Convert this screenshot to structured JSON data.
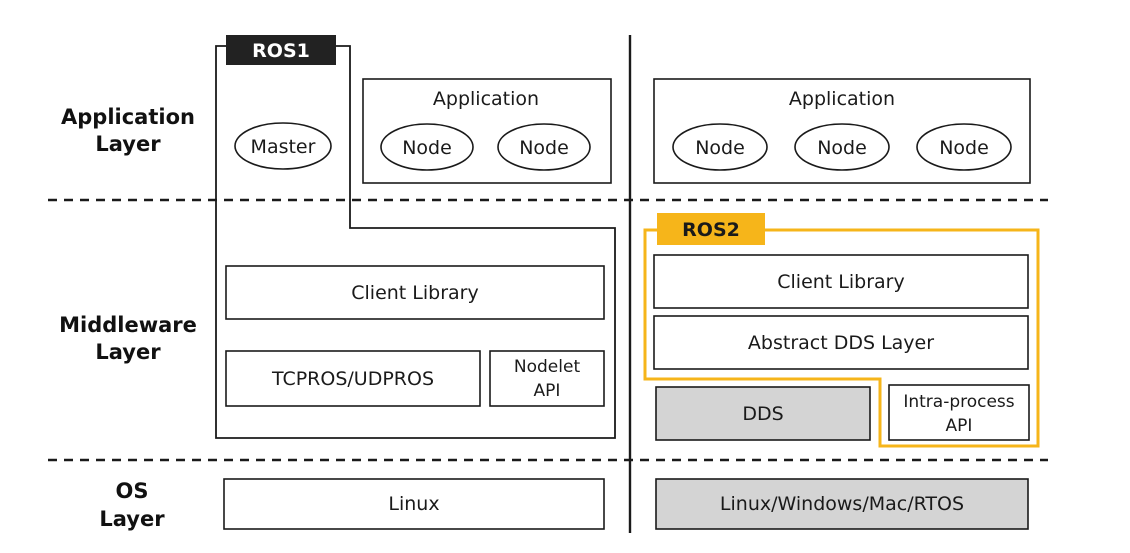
{
  "layers": {
    "application": [
      "Application",
      "Layer"
    ],
    "middleware": [
      "Middleware",
      "Layer"
    ],
    "os": [
      "OS",
      "Layer"
    ]
  },
  "ros1": {
    "tag": "ROS1",
    "master": "Master",
    "application_title": "Application",
    "nodes": [
      "Node",
      "Node"
    ],
    "client_library": "Client Library",
    "transport": "TCPROS/UDPROS",
    "nodelet_api": [
      "Nodelet",
      "API"
    ],
    "os": "Linux"
  },
  "ros2": {
    "tag": "ROS2",
    "application_title": "Application",
    "nodes": [
      "Node",
      "Node",
      "Node"
    ],
    "client_library": "Client Library",
    "abstract_dds": "Abstract DDS Layer",
    "dds": "DDS",
    "intra_process_api": [
      "Intra-process",
      "API"
    ],
    "os": "Linux/Windows/Mac/RTOS"
  },
  "colors": {
    "ros1_tag": "#222222",
    "ros2_accent": "#f6b51a",
    "gray_fill": "#d4d4d4"
  }
}
